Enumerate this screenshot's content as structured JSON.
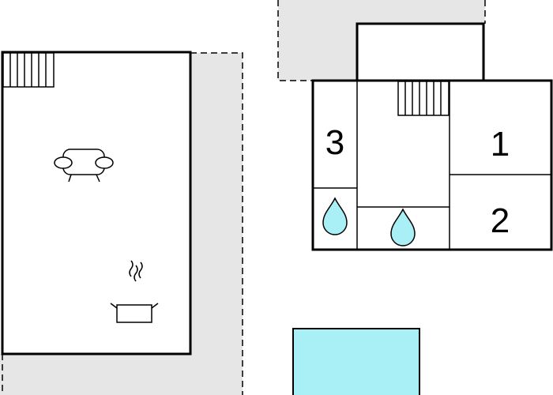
{
  "rooms": {
    "room_1": {
      "number": "1"
    },
    "room_2": {
      "number": "2"
    },
    "room_3": {
      "number": "3"
    }
  },
  "colors": {
    "terrace": "#e6e6e6",
    "water": "#a8f0f6",
    "pool": "#a8f0f6",
    "wall": "#000000"
  },
  "icons": {
    "living": "sofa-icon",
    "kitchen": "cooking-pot-icon",
    "bathroom": "water-drop-icon",
    "stairs": "stairs-icon"
  }
}
